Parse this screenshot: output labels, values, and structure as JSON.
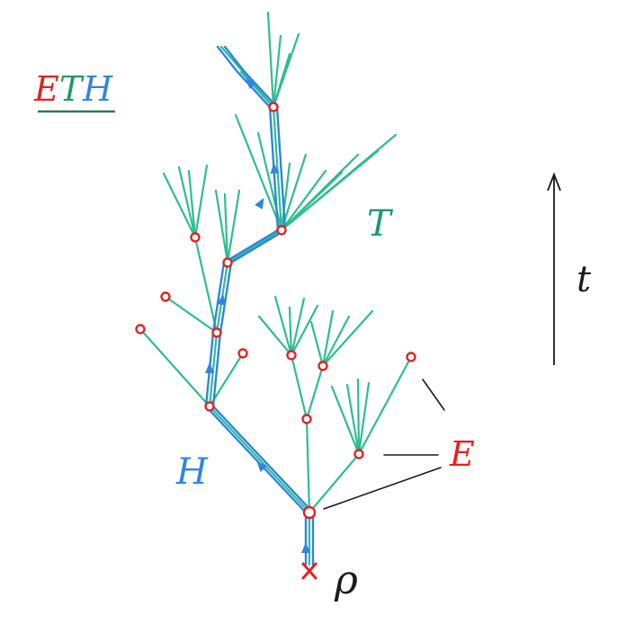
{
  "title": {
    "letters": [
      "E",
      "T",
      "H"
    ]
  },
  "labels": {
    "T": "T",
    "H": "H",
    "E": "E",
    "t": "t",
    "rho": "ρ"
  },
  "colors": {
    "tree": "#2ebd8f",
    "highlight": "#2f86e0",
    "node": "#e02424",
    "ink": "#1a1a1a",
    "E_color": "#e02424",
    "T_color": "#1f9a6a",
    "H_color": "#2f86e0",
    "underline": "#2e7a50"
  },
  "icons": {
    "node": "red-circle-node",
    "root": "red-x-root",
    "flow_arrow": "blue-triangle-arrow",
    "time_arrow": "upward-arrow"
  }
}
